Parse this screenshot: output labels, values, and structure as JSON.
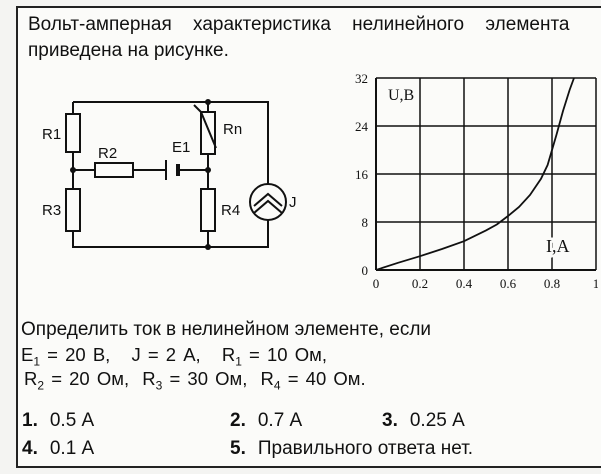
{
  "intro": {
    "line1": "Вольт-амперная характеристика нелинейного элемента",
    "line2": "приведена на рисунке."
  },
  "circuit": {
    "labels": {
      "r1": "R1",
      "r2": "R2",
      "r3": "R3",
      "r4": "R4",
      "rn": "Rn",
      "e1": "E1",
      "j": "J"
    }
  },
  "chart_data": {
    "type": "line",
    "x_ticks": [
      "0",
      "0.2",
      "0.4",
      "0.6",
      "0.8",
      "1"
    ],
    "y_ticks": [
      "0",
      "8",
      "16",
      "24",
      "32"
    ],
    "xlim": [
      0,
      1
    ],
    "ylim": [
      0,
      32
    ],
    "grid": true,
    "xlabel": "I,A",
    "ylabel": "U,B",
    "series": [
      {
        "x": [
          0,
          0.1,
          0.2,
          0.3,
          0.4,
          0.5,
          0.55,
          0.6,
          0.65,
          0.7,
          0.75,
          0.78,
          0.8,
          0.82,
          0.85,
          0.88,
          0.9
        ],
        "y": [
          0,
          1.2,
          2.3,
          3.5,
          4.8,
          6.6,
          7.6,
          9.0,
          10.5,
          12.5,
          15.2,
          17.5,
          20.0,
          22.5,
          26.5,
          30.0,
          32.0
        ]
      }
    ]
  },
  "condition": {
    "line1": "Определить ток  в нелинейном элементе, если",
    "e1_sym": "E",
    "e1_sub": "1",
    "e1_val": " = 20 В,",
    "j": "J = 2 А,",
    "r1_sym": "R",
    "r1_sub": "1",
    "r1_val": " = 10 Ом,",
    "r2_sym": "R",
    "r2_sub": "2",
    "r2_val": " = 20 Ом,",
    "r3_sym": "R",
    "r3_sub": "3",
    "r3_val": " = 30 Ом,",
    "r4_sym": "R",
    "r4_sub": "4",
    "r4_val": " = 40 Ом."
  },
  "answers": [
    {
      "num": "1.",
      "text": "0.5 А"
    },
    {
      "num": "2.",
      "text": "0.7 А"
    },
    {
      "num": "3.",
      "text": "0.25 А"
    },
    {
      "num": "4.",
      "text": "0.1 А"
    },
    {
      "num": "5.",
      "text": "Правильного ответа  нет."
    }
  ]
}
